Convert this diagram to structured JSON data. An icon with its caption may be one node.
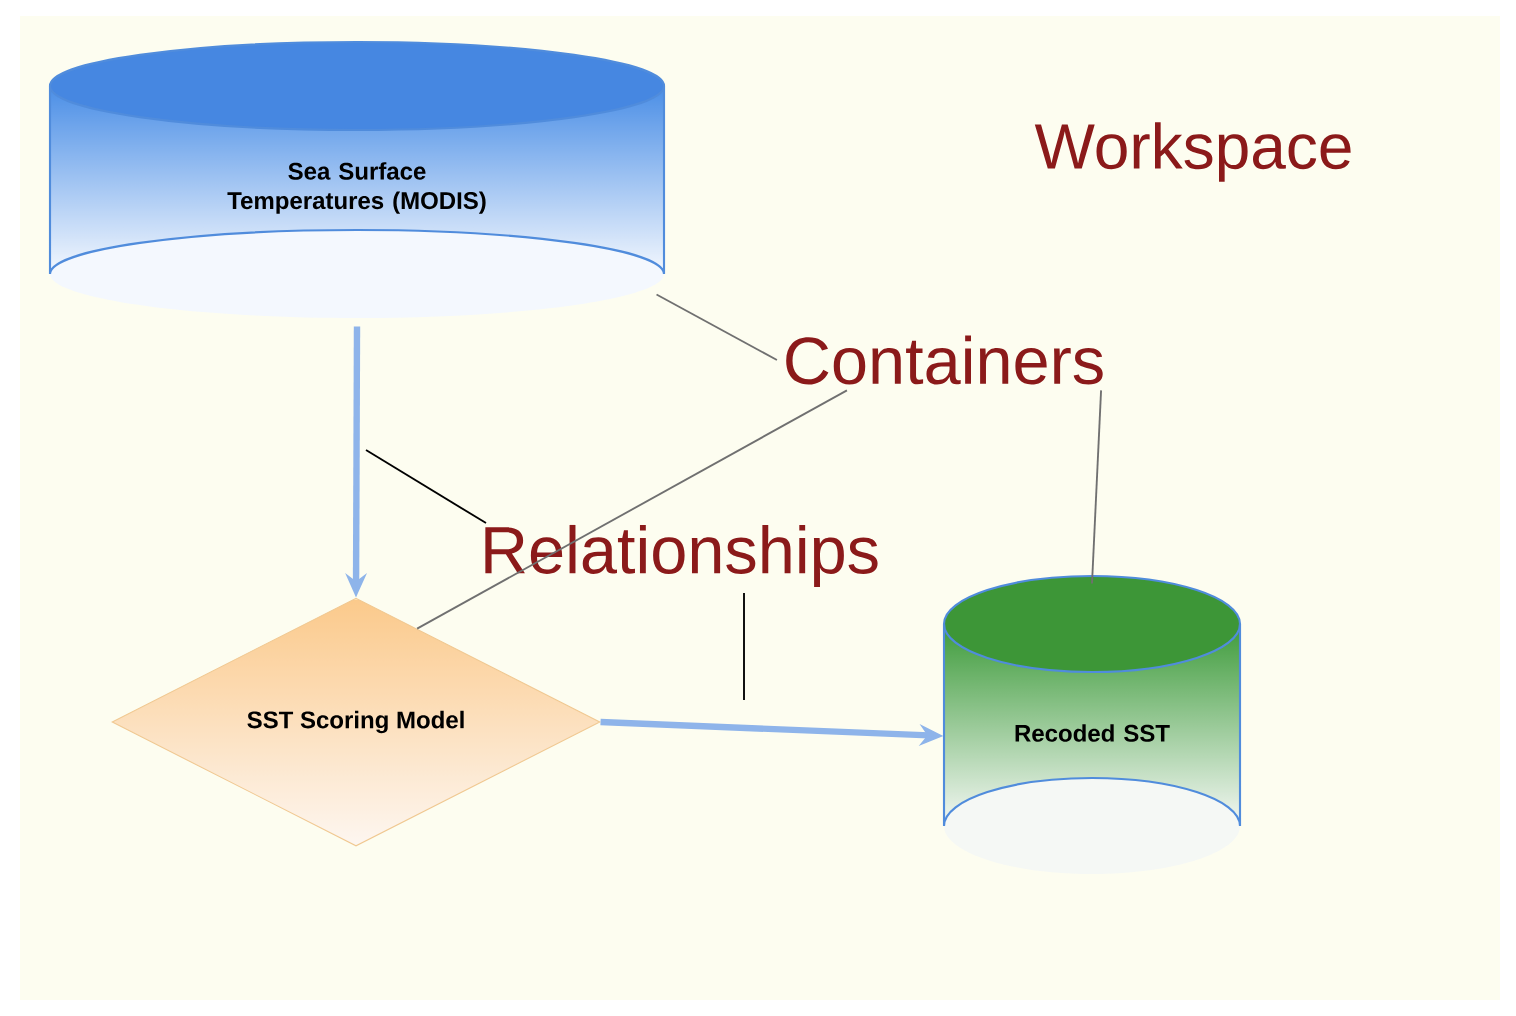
{
  "diagram": {
    "nodes": [
      {
        "text": [
          "Sea Surface Temperatures (MODIS)"
        ]
      },
      {
        "text": [
          "SST Scoring Model"
        ]
      },
      {
        "text": [
          "Recoded SST"
        ]
      },
      {
        "text": [
          "Containers"
        ]
      },
      {
        "text": [
          "Relationships"
        ]
      }
    ],
    "edges": [
      {
        "from": 0,
        "to": 1,
        "arrow": "to",
        "style": "thick",
        "color": "#8eb4ea"
      },
      {
        "from": 1,
        "to": 2,
        "arrow": "to",
        "style": "thick",
        "color": "#8eb4ea"
      },
      {
        "from": 3,
        "to": 0,
        "arrow": "none"
      },
      {
        "from": 3,
        "to": 1,
        "arrow": "none"
      },
      {
        "from": 3,
        "to": 2,
        "arrow": "none"
      },
      {
        "from": 4,
        "to": null,
        "arrow": "none",
        "color": "#000000"
      },
      {
        "from": 4,
        "to": null,
        "arrow": "none",
        "color": "#000000"
      }
    ],
    "labels": [
      "Workspace"
    ]
  }
}
